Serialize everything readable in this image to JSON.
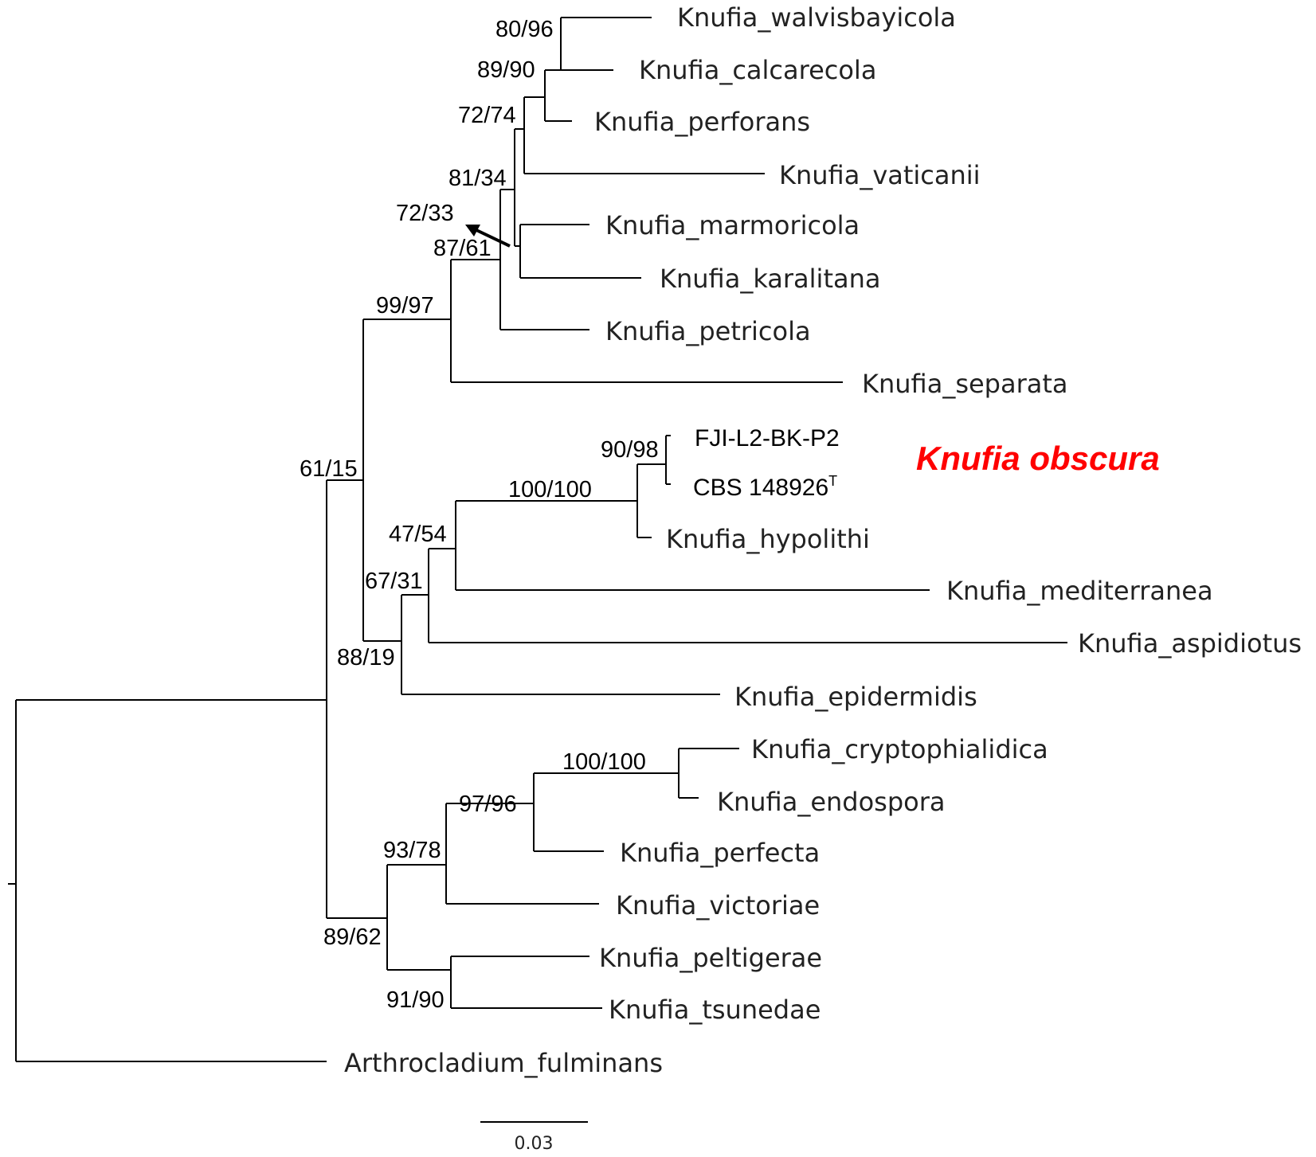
{
  "tree": {
    "taxa": [
      "Knufia_walvisbayicola",
      "Knufia_calcarecola",
      "Knufia_perforans",
      "Knufia_vaticanii",
      "Knufia_marmoricola",
      "Knufia_karalitana",
      "Knufia_petricola",
      "Knufia_separata",
      "FJI-L2-BK-P2",
      "CBS 148926",
      "Knufia_hypolithi",
      "Knufia_mediterranea",
      "Knufia_aspidiotus",
      "Knufia_epidermidis",
      "Knufia_cryptophialidica",
      "Knufia_endospora",
      "Knufia_perfecta",
      "Knufia_victoriae",
      "Knufia_peltigerae",
      "Knufia_tsunedae",
      "Arthrocladium_fulminans"
    ],
    "type_marker": "T",
    "support_values": [
      "80/96",
      "89/90",
      "72/74",
      "81/34",
      "72/33",
      "87/61",
      "99/97",
      "61/15",
      "90/98",
      "100/100",
      "47/54",
      "67/31",
      "88/19",
      "100/100",
      "97/96",
      "93/78",
      "89/62",
      "91/90"
    ],
    "new_species": {
      "name": "Knufia obscura",
      "color": "#ff0000"
    },
    "scale_bar": "0.03"
  }
}
